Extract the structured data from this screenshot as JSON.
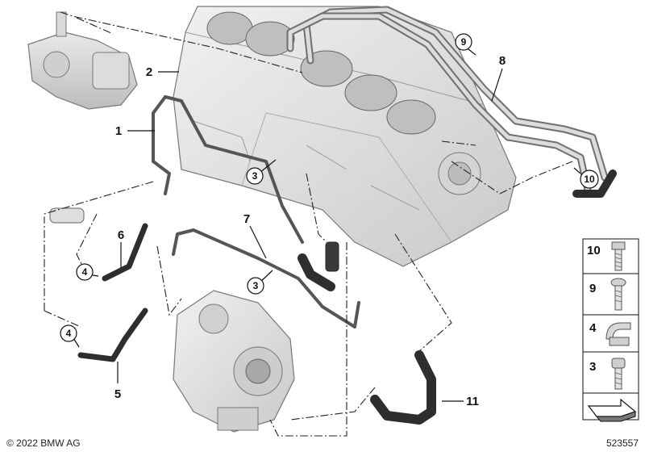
{
  "callouts": [
    {
      "id": "c1",
      "label": "1"
    },
    {
      "id": "c2",
      "label": "2"
    },
    {
      "id": "c5",
      "label": "5"
    },
    {
      "id": "c6",
      "label": "6"
    },
    {
      "id": "c7",
      "label": "7"
    },
    {
      "id": "c8",
      "label": "8"
    },
    {
      "id": "c11",
      "label": "11"
    }
  ],
  "circled_callouts": [
    {
      "id": "cc9",
      "label": "9"
    },
    {
      "id": "cc10",
      "label": "10"
    },
    {
      "id": "cc3a",
      "label": "3"
    },
    {
      "id": "cc3b",
      "label": "3"
    },
    {
      "id": "cc4a",
      "label": "4"
    },
    {
      "id": "cc4b",
      "label": "4"
    }
  ],
  "legend": {
    "items": [
      {
        "label": "10",
        "icon": "bolt-icon"
      },
      {
        "label": "9",
        "icon": "screw-icon"
      },
      {
        "label": "4",
        "icon": "hose-clamp-icon"
      },
      {
        "label": "3",
        "icon": "socket-bolt-icon"
      }
    ],
    "arrow_icon": "direction-arrow-icon"
  },
  "footer": {
    "copyright": "© 2022 BMW AG",
    "diagram_number": "523557"
  }
}
